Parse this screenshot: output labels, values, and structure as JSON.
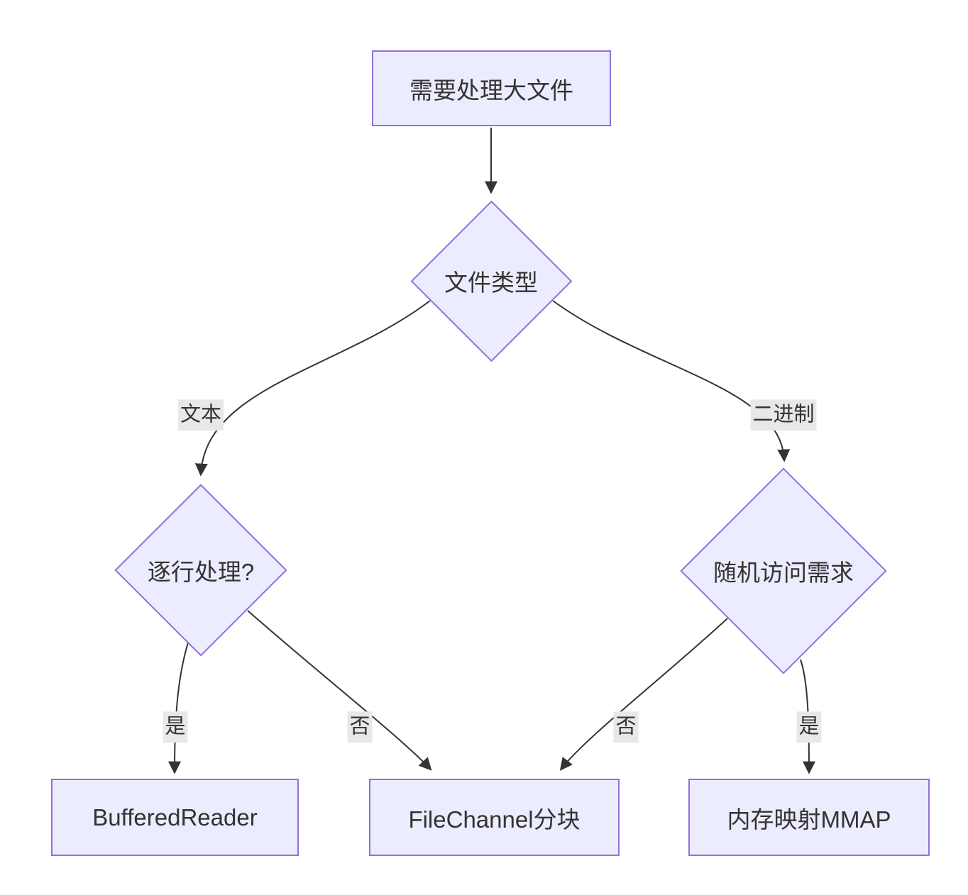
{
  "diagram": {
    "type": "flowchart",
    "direction": "top-down",
    "nodes": [
      {
        "id": "start",
        "shape": "rect",
        "label": "需要处理大文件"
      },
      {
        "id": "file-type",
        "shape": "diamond",
        "label": "文件类型"
      },
      {
        "id": "line-by-line",
        "shape": "diamond",
        "label": "逐行处理?"
      },
      {
        "id": "random-access",
        "shape": "diamond",
        "label": "随机访问需求"
      },
      {
        "id": "buffered-reader",
        "shape": "rect",
        "label": "BufferedReader"
      },
      {
        "id": "file-channel",
        "shape": "rect",
        "label": "FileChannel分块"
      },
      {
        "id": "mmap",
        "shape": "rect",
        "label": "内存映射MMAP"
      }
    ],
    "edges": [
      {
        "from": "需要处理大文件",
        "to": "文件类型",
        "label": ""
      },
      {
        "from": "文件类型",
        "to": "逐行处理?",
        "label": "文本"
      },
      {
        "from": "文件类型",
        "to": "随机访问需求",
        "label": "二进制"
      },
      {
        "from": "逐行处理?",
        "to": "BufferedReader",
        "label": "是"
      },
      {
        "from": "逐行处理?",
        "to": "FileChannel分块",
        "label": "否"
      },
      {
        "from": "随机访问需求",
        "to": "FileChannel分块",
        "label": "否"
      },
      {
        "from": "随机访问需求",
        "to": "内存映射MMAP",
        "label": "是"
      }
    ],
    "colors": {
      "node_fill": "#ECECFF",
      "node_border": "#9370DB",
      "edge_stroke": "#333333",
      "edge_label_bg": "#e8e8e8",
      "text": "#333333",
      "background": "#ffffff"
    }
  }
}
